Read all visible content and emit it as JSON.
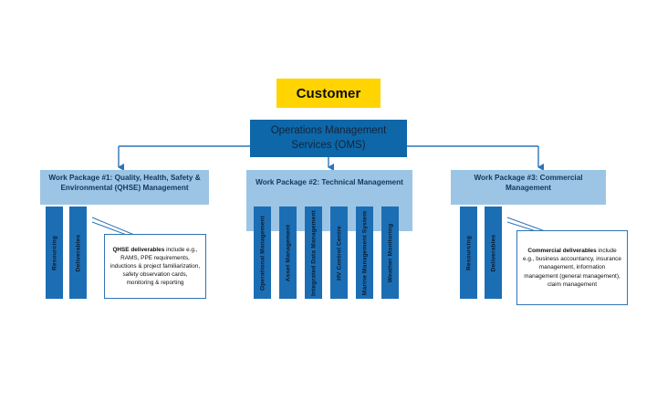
{
  "diagram": {
    "title_box": {
      "label": "Customer",
      "color": "#FFD400"
    },
    "oms_box": {
      "line1": "Operations Management",
      "line2": "Services (OMS)",
      "color": "#0D67A8"
    },
    "colors": {
      "panel_light_blue": "#9CC5E5",
      "bar_blue": "#1C6EB4",
      "connector_blue": "#2E74B5",
      "header_text": "#14365C",
      "accent_yellow": "#FFD400"
    },
    "work_packages": [
      {
        "id": "wp1",
        "header": "Work Package #1: Quality, Health, Safety & Environmental (QHSE) Management",
        "bars": [
          {
            "label": "Resourcing"
          },
          {
            "label": "Deliverables"
          }
        ],
        "callout": {
          "lead": "QHSE deliverables",
          "body": " include e.g., RAMS, PPE requirements, inductions & project familiarization, safety observation cards, monitoring & reporting"
        }
      },
      {
        "id": "wp2",
        "header": "Work Package #2: Technical Management",
        "bars": [
          {
            "label": "Operational Management"
          },
          {
            "label": "Asset Management"
          },
          {
            "label": "Integrated Data Management"
          },
          {
            "label": "HV Control Centre"
          },
          {
            "label": "Marine Management System"
          },
          {
            "label": "Weather Monitoring"
          }
        ],
        "callout": null
      },
      {
        "id": "wp3",
        "header": "Work Package #3: Commercial Management",
        "bars": [
          {
            "label": "Resourcing"
          },
          {
            "label": "Deliverables"
          }
        ],
        "callout": {
          "lead": "Commercial deliverables",
          "body": " include e.g., business accountancy, insurance management, information management (general management), claim management"
        }
      }
    ]
  }
}
